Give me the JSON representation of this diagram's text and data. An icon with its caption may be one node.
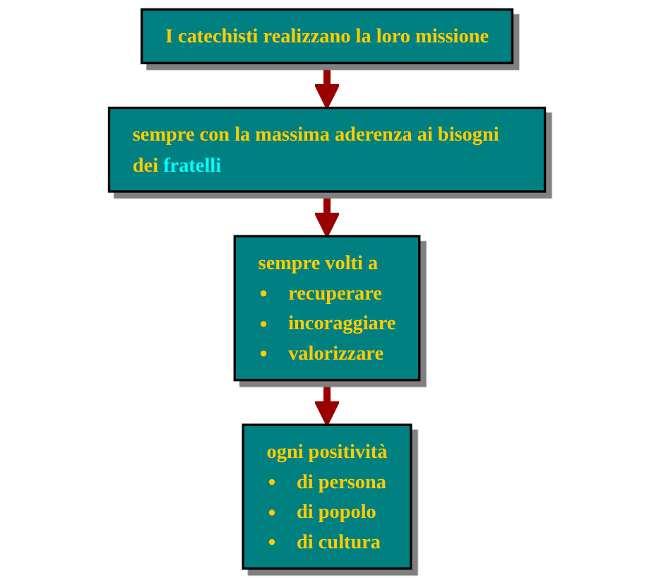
{
  "diagram": {
    "nodes": [
      {
        "text": [
          "I catechisti realizzano la loro missione"
        ]
      },
      {
        "text": [
          "sempre con la massima aderenza ai bisogni dei fratelli"
        ]
      },
      {
        "text": [
          "sempre volti a",
          "recuperare",
          "incoraggiare",
          "valorizzare"
        ]
      },
      {
        "text": [
          "ogni positività",
          "di persona",
          "di popolo",
          "di cultura"
        ]
      }
    ],
    "edges": [
      {
        "from": 0,
        "to": 1,
        "arrow": "to"
      },
      {
        "from": 1,
        "to": 2,
        "arrow": "to"
      },
      {
        "from": 2,
        "to": 3,
        "arrow": "to"
      }
    ]
  }
}
